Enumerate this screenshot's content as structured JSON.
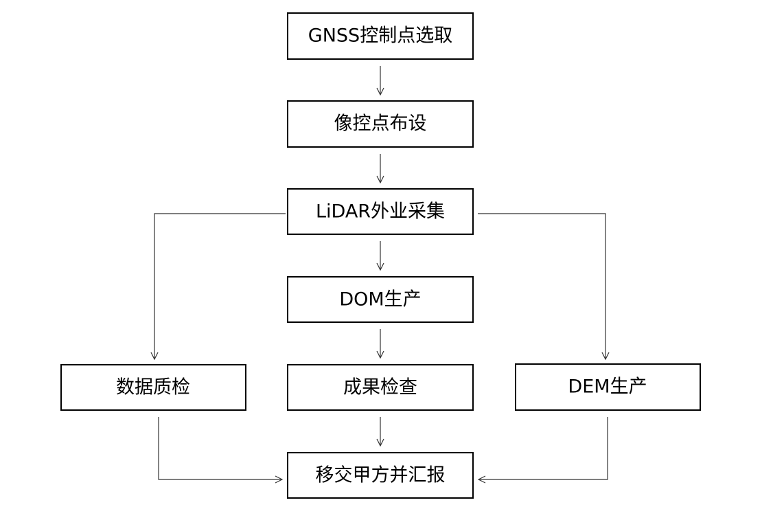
{
  "diagram": {
    "nodes": [
      {
        "id": "gnss",
        "label": "GNSS控制点选取"
      },
      {
        "id": "xk",
        "label": "像控点布设"
      },
      {
        "id": "lidar",
        "label": "LiDAR外业采集"
      },
      {
        "id": "dom",
        "label": "DOM生产"
      },
      {
        "id": "zj",
        "label": "数据质检"
      },
      {
        "id": "cg",
        "label": "成果检查"
      },
      {
        "id": "dem",
        "label": "DEM生产"
      },
      {
        "id": "yj",
        "label": "移交甲方并汇报"
      }
    ],
    "edges": [
      {
        "from": "gnss",
        "to": "xk"
      },
      {
        "from": "xk",
        "to": "lidar"
      },
      {
        "from": "lidar",
        "to": "dom"
      },
      {
        "from": "lidar",
        "to": "zj"
      },
      {
        "from": "lidar",
        "to": "dem"
      },
      {
        "from": "dom",
        "to": "cg"
      },
      {
        "from": "cg",
        "to": "yj"
      },
      {
        "from": "zj",
        "to": "yj"
      },
      {
        "from": "dem",
        "to": "yj"
      }
    ],
    "colors": {
      "box_stroke": "#000000",
      "box_fill": "#ffffff",
      "edge_stroke": "#333333",
      "text": "#000000"
    }
  }
}
